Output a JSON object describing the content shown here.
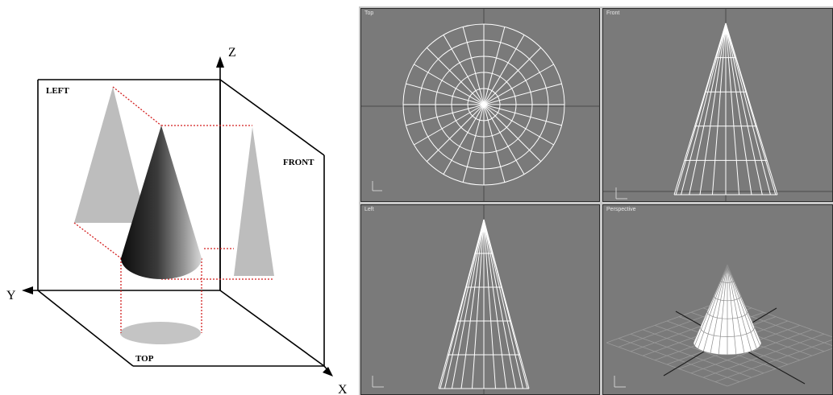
{
  "diagram": {
    "axis_z": "Z",
    "axis_y": "Y",
    "axis_x": "X",
    "label_left": "LEFT",
    "label_front": "FRONT",
    "label_top": "TOP"
  },
  "viewports": {
    "top": {
      "label": "Top"
    },
    "front": {
      "label": "Front"
    },
    "left": {
      "label": "Left"
    },
    "perspective": {
      "label": "Perspective"
    }
  }
}
